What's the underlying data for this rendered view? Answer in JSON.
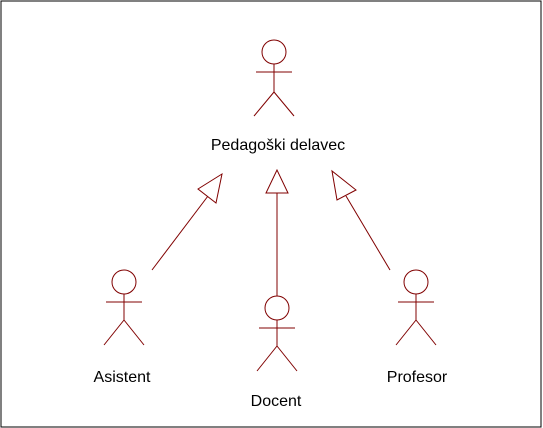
{
  "diagram": {
    "type": "uml-use-case-generalization",
    "line_color": "#800000",
    "frame_color": "#000000",
    "text_color": "#000000",
    "parent": {
      "label": "Pedagoški delavec",
      "icon": "actor-stick-figure-icon"
    },
    "children": [
      {
        "label": "Asistent",
        "icon": "actor-stick-figure-icon"
      },
      {
        "label": "Docent",
        "icon": "actor-stick-figure-icon"
      },
      {
        "label": "Profesor",
        "icon": "actor-stick-figure-icon"
      }
    ],
    "relationship": "generalization"
  }
}
